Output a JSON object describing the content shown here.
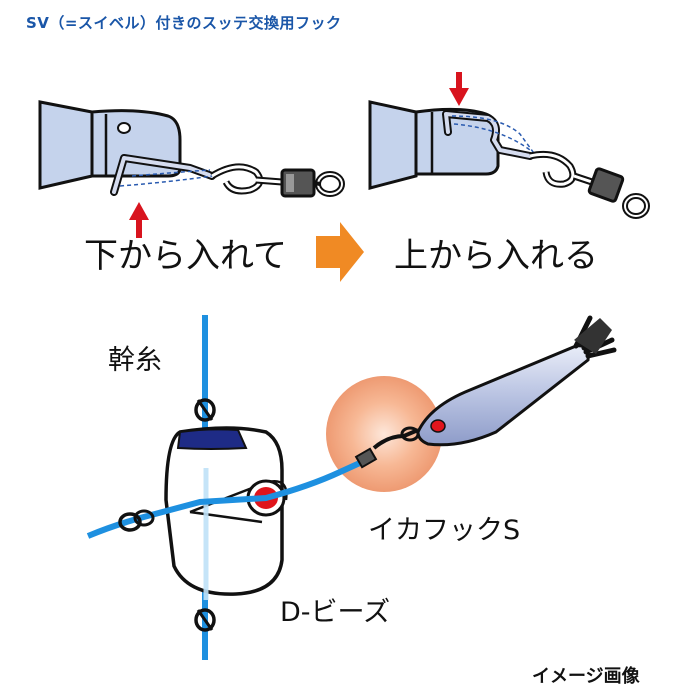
{
  "title": "SV（=スイベル）付きのスッテ交換用フック",
  "steps": [
    {
      "label": "下から入れて"
    },
    {
      "label": "上から入れる"
    }
  ],
  "labels": {
    "main_line": "幹糸",
    "hook": "イカフックS",
    "bead": "D-ビーズ"
  },
  "note": "イメージ画像",
  "colors": {
    "title": "#1a56a8",
    "line": "#1e90e0",
    "sleeve": "#c5d3ec",
    "arrow_red": "#d8141e",
    "arrow_orange": "#f08a24",
    "bead_red": "#e0151c",
    "glow": "#f4a07a"
  }
}
